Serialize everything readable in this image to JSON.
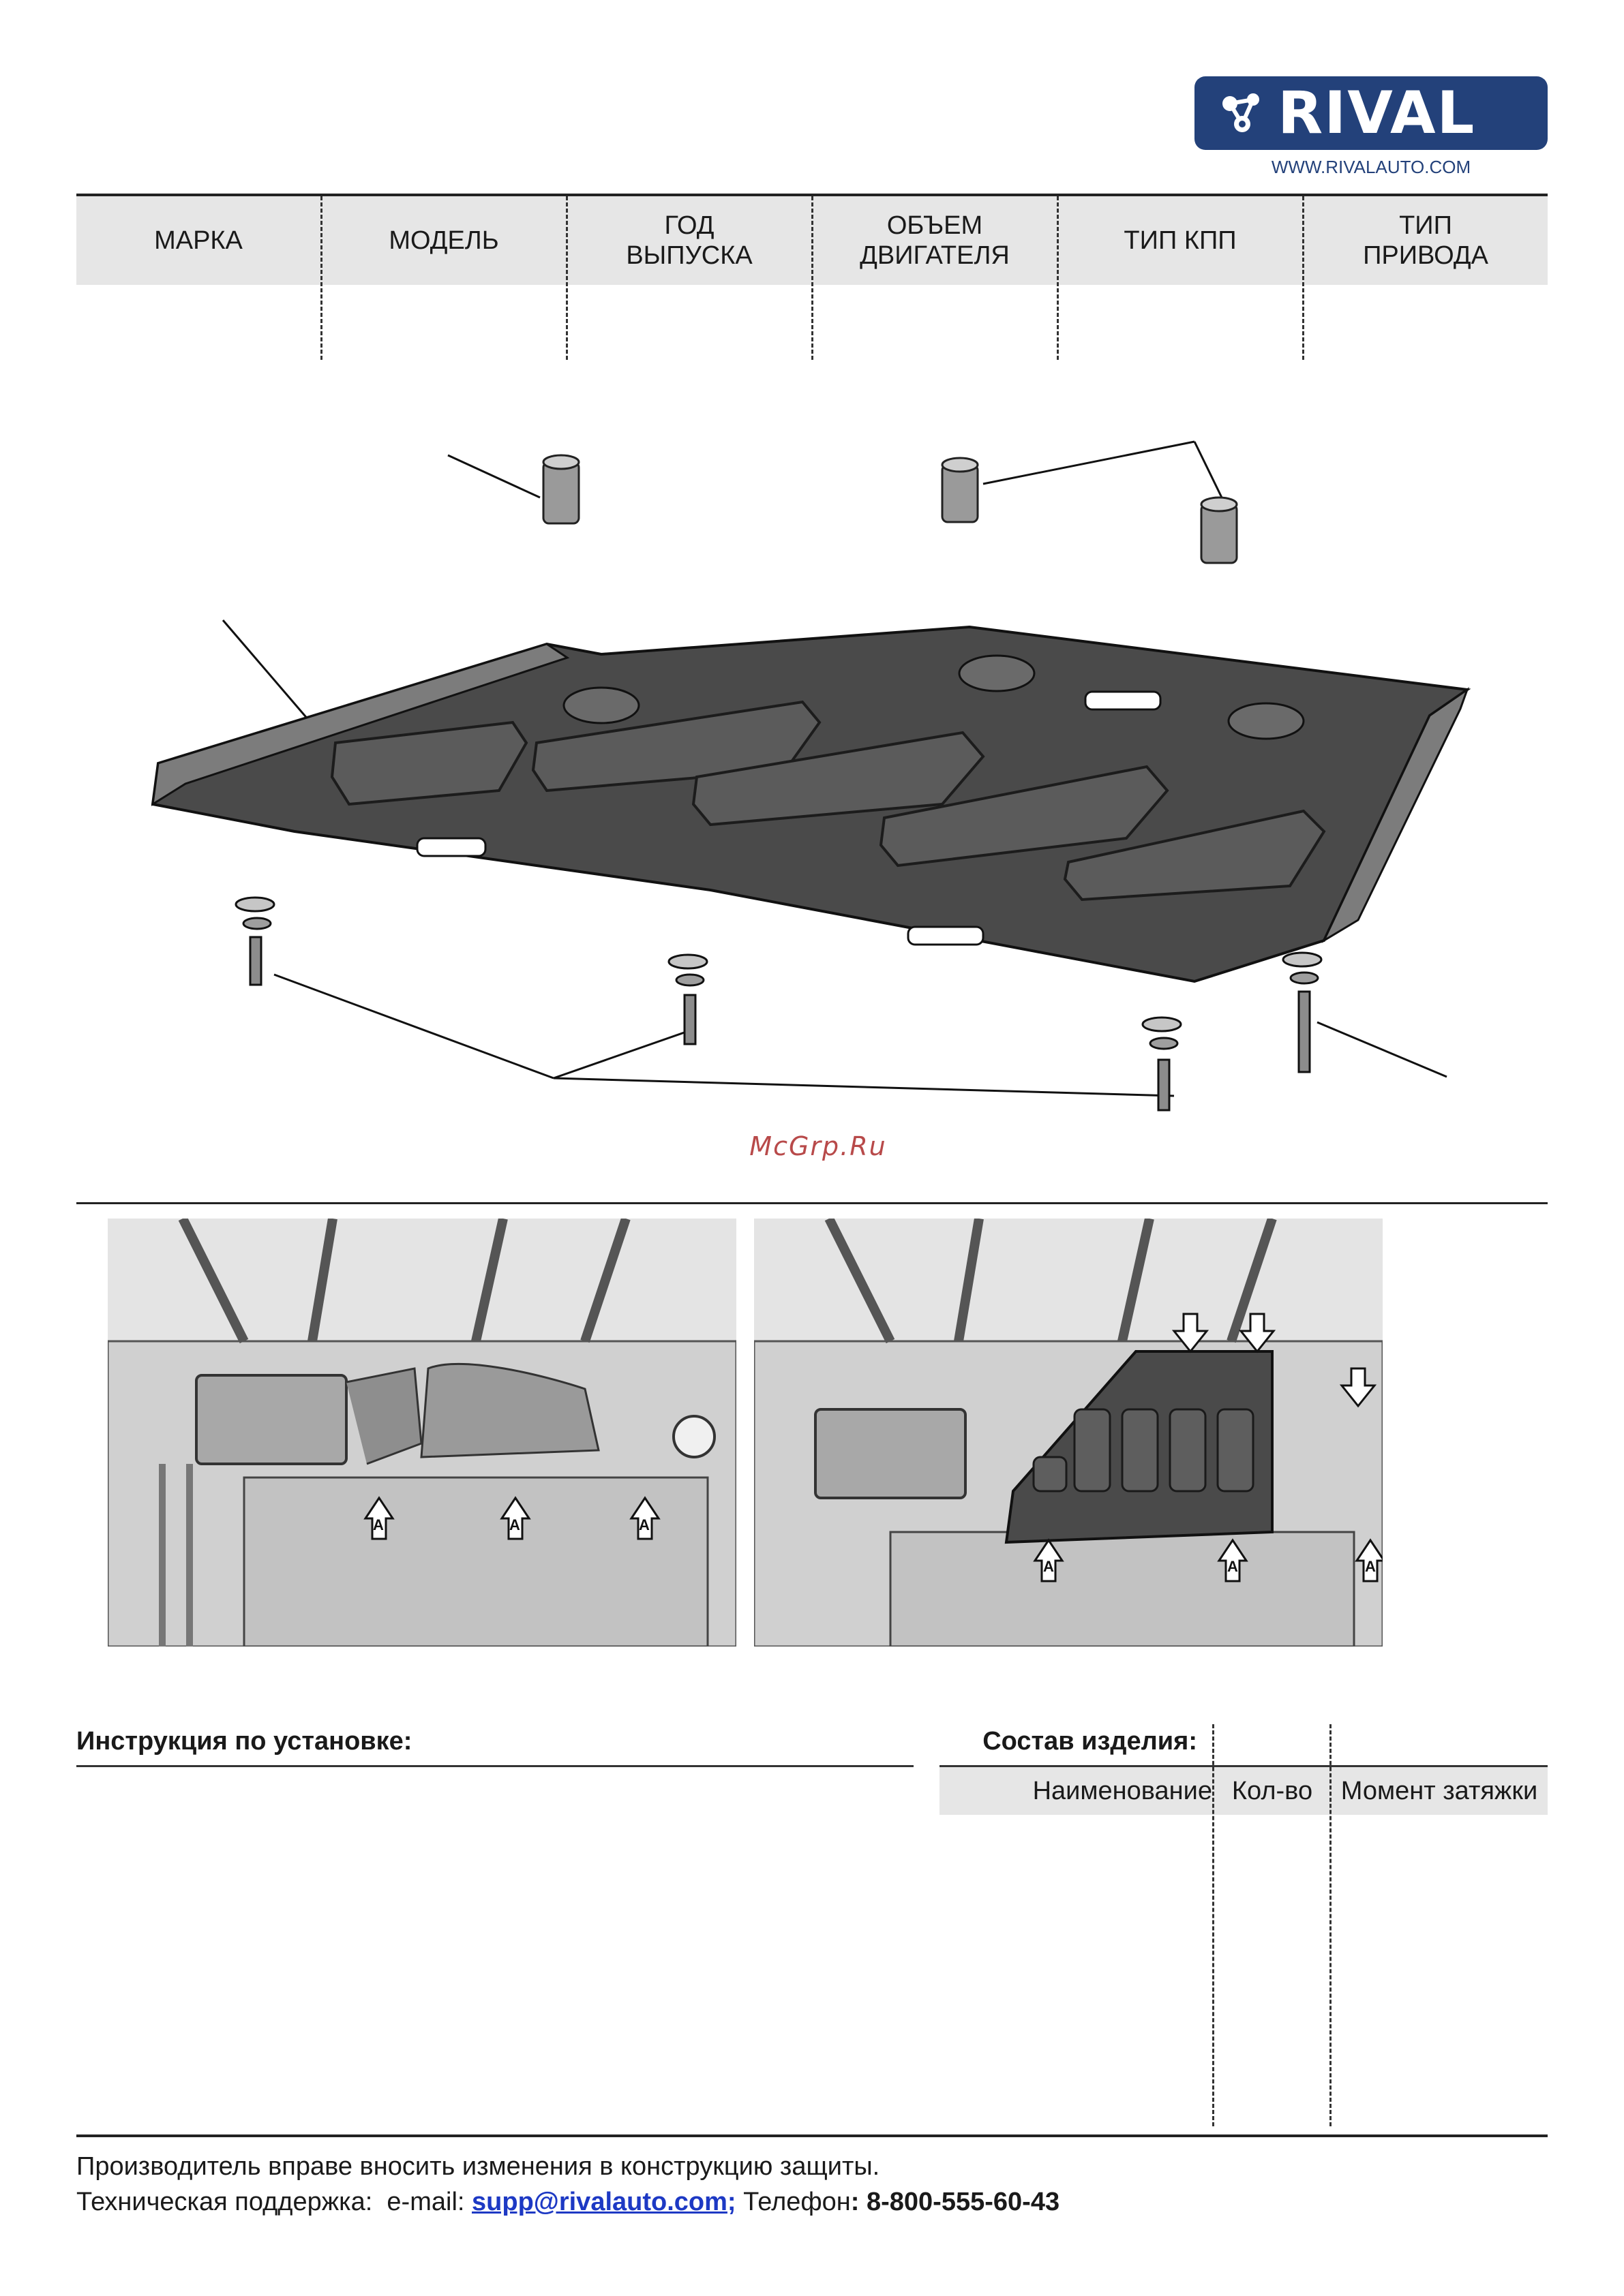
{
  "brand": {
    "name": "RIVAL",
    "website": "WWW.RIVALAUTO.COM",
    "color": "#23417a"
  },
  "header_table": {
    "columns": [
      "МАРКА",
      "МОДЕЛЬ",
      "ГОД\nВЫПУСКА",
      "ОБЪЕМ\nДВИГАТЕЛЯ",
      "ТИП КПП",
      "ТИП\nПРИВОДА"
    ]
  },
  "watermark": "McGrp.Ru",
  "photos": {
    "marker_label": "A"
  },
  "instructions": {
    "title": "Инструкция по установке:"
  },
  "composition": {
    "title": "Состав изделия:",
    "columns": [
      "Наименование",
      "Кол-во",
      "Момент затяжки"
    ]
  },
  "footer": {
    "line1": "Производитель вправе вносить изменения в конструкцию защиты.",
    "support_prefix": "Техническая поддержка:  e-mail: ",
    "email": "supp@rivalauto.com",
    "email_suffix": ";",
    "phone_label": " Телефон",
    "phone": ": 8-800-555-60-43"
  }
}
